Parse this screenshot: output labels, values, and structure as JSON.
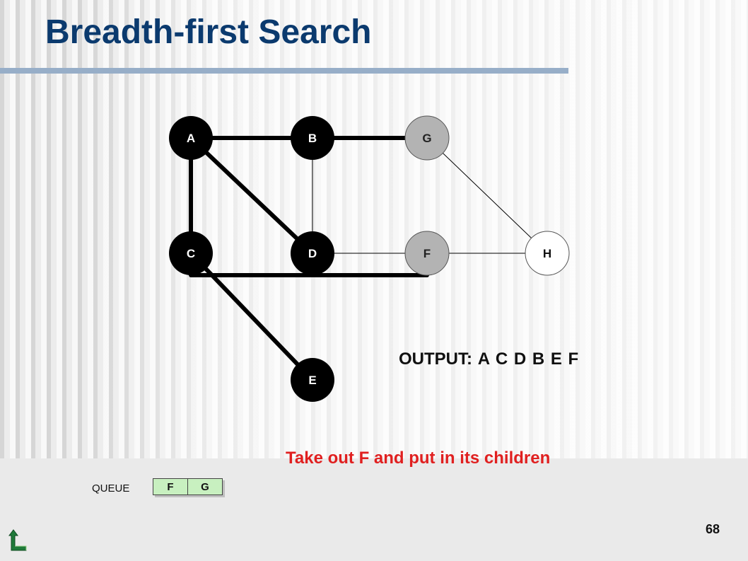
{
  "slide": {
    "title": "Breadth-first Search",
    "output_text": "OUTPUT: A  C  D B E  F",
    "instruction": "Take out F and put in its children",
    "page_number": "68"
  },
  "queue": {
    "label": "QUEUE",
    "items": [
      "F",
      "G"
    ]
  },
  "graph": {
    "nodes": [
      {
        "id": "A",
        "label": "A",
        "fill": "#000000",
        "text_color": "#ffffff"
      },
      {
        "id": "B",
        "label": "B",
        "fill": "#000000",
        "text_color": "#ffffff"
      },
      {
        "id": "G",
        "label": "G",
        "fill": "#b3b3b3",
        "text_color": "#222222"
      },
      {
        "id": "C",
        "label": "C",
        "fill": "#000000",
        "text_color": "#ffffff"
      },
      {
        "id": "D",
        "label": "D",
        "fill": "#000000",
        "text_color": "#ffffff"
      },
      {
        "id": "F",
        "label": "F",
        "fill": "#b3b3b3",
        "text_color": "#222222"
      },
      {
        "id": "H",
        "label": "H",
        "fill": "#ffffff",
        "text_color": "#111111"
      },
      {
        "id": "E",
        "label": "E",
        "fill": "#000000",
        "text_color": "#ffffff"
      }
    ],
    "edges": [
      {
        "from": "A",
        "to": "B",
        "tree_edge": true
      },
      {
        "from": "B",
        "to": "G",
        "tree_edge": true
      },
      {
        "from": "A",
        "to": "C",
        "tree_edge": true
      },
      {
        "from": "A",
        "to": "D",
        "tree_edge": true
      },
      {
        "from": "C",
        "to": "F",
        "tree_edge": true
      },
      {
        "from": "C",
        "to": "E",
        "tree_edge": true
      },
      {
        "from": "B",
        "to": "D",
        "tree_edge": false
      },
      {
        "from": "D",
        "to": "F",
        "tree_edge": false
      },
      {
        "from": "F",
        "to": "H",
        "tree_edge": false
      },
      {
        "from": "G",
        "to": "H",
        "tree_edge": false
      }
    ]
  },
  "colors": {
    "title": "#0b3a6e",
    "instruction": "#e02020",
    "queue_fill": "#c8f0c0",
    "visited_node": "#000000",
    "frontier_node": "#b3b3b3",
    "unvisited_node": "#ffffff"
  },
  "icons": {
    "back": "return-arrow-icon"
  }
}
